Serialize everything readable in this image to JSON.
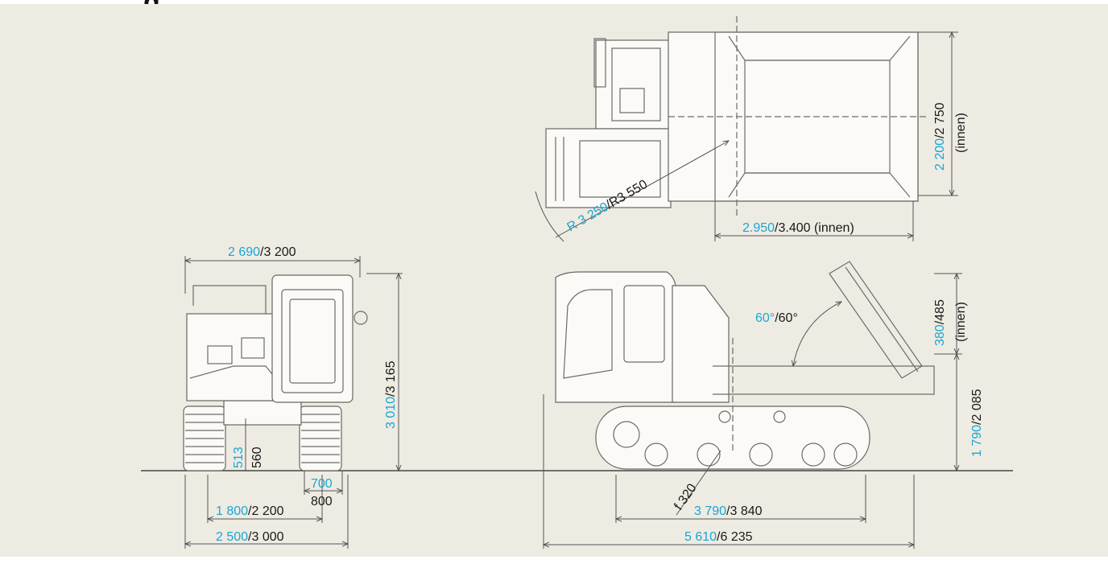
{
  "header": {
    "title_fragment": "g"
  },
  "colors": {
    "background": "#eeebe2",
    "blue_value": "#1aa6d4",
    "black_value": "#1a1a1a"
  },
  "dimensions": {
    "side_width": {
      "blue": "2 690",
      "black": "/3 200"
    },
    "side_height": {
      "blue": "3 010",
      "black": "/3 165"
    },
    "ground_clear_blue": "513",
    "ground_clear_black": "560",
    "track_shoe_blue": "700",
    "track_shoe_black": "800",
    "track_gauge": {
      "blue": "1 800",
      "black": "/2 200"
    },
    "overall_width": {
      "blue": "2 500",
      "black": "/3 000"
    },
    "turn_radius": {
      "blue": "R 3 250",
      "black": "/R3 550"
    },
    "bed_width": {
      "blue": "2 200",
      "black": "/2 750",
      "note": "(innen)"
    },
    "bed_length": {
      "blue": "2.950",
      "black": "/3.400 (innen)"
    },
    "bed_depth": {
      "blue": "380",
      "black": "/485",
      "note": "(innen)"
    },
    "tip_angle": {
      "blue": "60°",
      "black": "/60°"
    },
    "load_height": {
      "blue": "1 790",
      "black": "/2 085"
    },
    "wheel_dia": "f 320",
    "track_length": {
      "blue": "3 790",
      "black": "/3 840"
    },
    "overall_length": {
      "blue": "5 610",
      "black": "/6 235"
    }
  }
}
